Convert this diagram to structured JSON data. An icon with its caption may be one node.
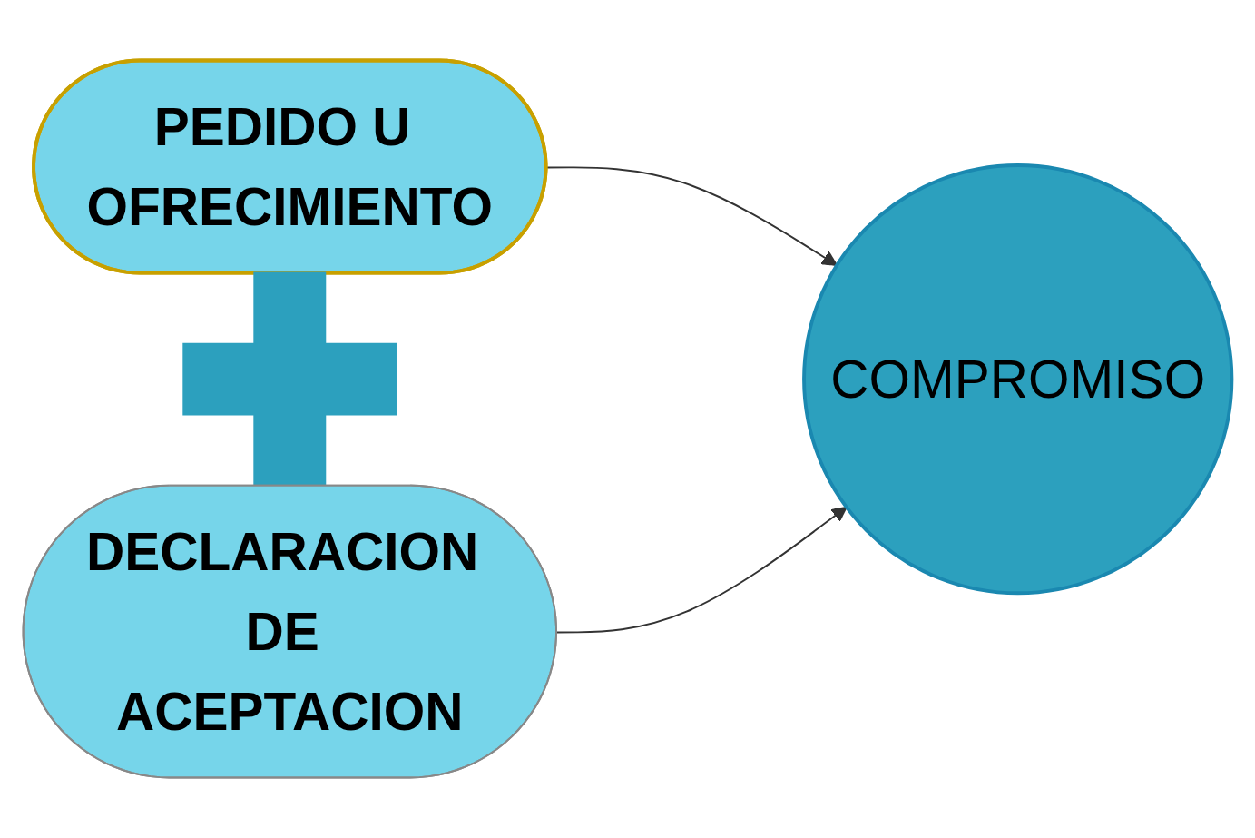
{
  "diagram": {
    "nodes": [
      {
        "text": [
          "PEDIDO U OFRECIMIENTO"
        ]
      },
      {
        "text": [],
        "shape": "plus"
      },
      {
        "text": [
          "DECLARACION DE ACEPTACION"
        ]
      },
      {
        "text": [
          "COMPROMISO"
        ]
      }
    ],
    "edges": [
      {
        "from": 0,
        "to": 3,
        "arrow": "to"
      },
      {
        "from": 2,
        "to": 3,
        "arrow": "to"
      }
    ]
  }
}
